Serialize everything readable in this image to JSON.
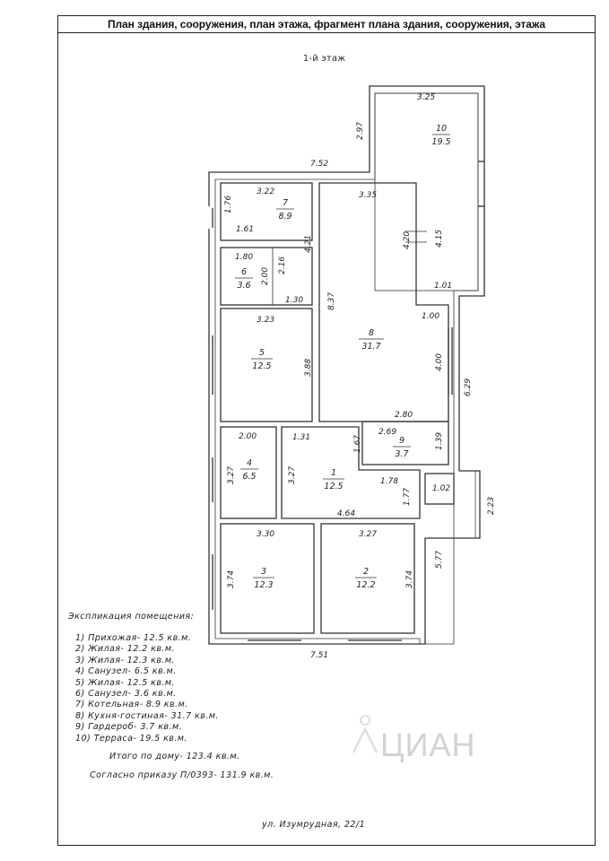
{
  "header": {
    "title": "План здания, сооружения, план этажа, фрагмент плана здания, сооружения, этажа"
  },
  "floor_title": "1-й этаж",
  "dimensions": {
    "terrace_top": "3.25",
    "terrace_left": "2.97",
    "terrace_right": "4.15",
    "top_overall": "7.52",
    "r7_top": "3.22",
    "r7_left": "1.76",
    "r7_bottom": "1.61",
    "r7_right": "4.21",
    "r8_top": "3.35",
    "r8_left": "8.37",
    "r8_inner_right": "4.20",
    "r8_step": "1.01",
    "r8_step2": "1.00",
    "r8_right": "4.00",
    "r8_bottom": "2.80",
    "r6_top": "1.80",
    "r6_inner": "2.00",
    "r6_right": "2.16",
    "r6_bottom": "1.30",
    "r5_top": "3.23",
    "r5_right": "3.88",
    "side_right": "6.29",
    "r4_top": "2.00",
    "r4_left": "3.27",
    "r1_left": "3.27",
    "r1_top": "1.31",
    "r9_top": "2.69",
    "r9_left": "1.67",
    "r9_right": "1.39",
    "r1_step": "1.78",
    "r1_step_v": "1.77",
    "porch": "1.02",
    "porch_right": "2.23",
    "r1_bottom": "4.64",
    "r3_top": "3.30",
    "r3_left": "3.74",
    "r2_top": "3.27",
    "r2_right": "3.74",
    "right_lower": "5.77",
    "bottom_overall": "7.51"
  },
  "rooms": [
    {
      "num": "10",
      "area": "19.5"
    },
    {
      "num": "7",
      "area": "8.9"
    },
    {
      "num": "6",
      "area": "3.6"
    },
    {
      "num": "5",
      "area": "12.5"
    },
    {
      "num": "8",
      "area": "31.7"
    },
    {
      "num": "4",
      "area": "6.5"
    },
    {
      "num": "1",
      "area": "12.5"
    },
    {
      "num": "9",
      "area": "3.7"
    },
    {
      "num": "3",
      "area": "12.3"
    },
    {
      "num": "2",
      "area": "12.2"
    }
  ],
  "legend": {
    "title": "Экспликация помещения:",
    "items": [
      "1) Прихожая- 12.5 кв.м.",
      "2) Жилая- 12.2 кв.м.",
      "3) Жилая- 12.3 кв.м.",
      "4) Санузел- 6.5 кв.м.",
      "5) Жилая- 12.5 кв.м.",
      "6) Санузел- 3.6 кв.м.",
      "7) Котельная- 8.9 кв.м.",
      "8) Кухня-гостиная- 31.7 кв.м.",
      "9) Гардероб- 3.7 кв.м.",
      "10) Терраса- 19.5 кв.м."
    ],
    "total": "Итого по дому- 123.4 кв.м.",
    "order": "Согласно приказу П/0393- 131.9 кв.м."
  },
  "address": "ул. Изумрудная, 22/1",
  "watermark": {
    "text": "ЦИАН"
  }
}
